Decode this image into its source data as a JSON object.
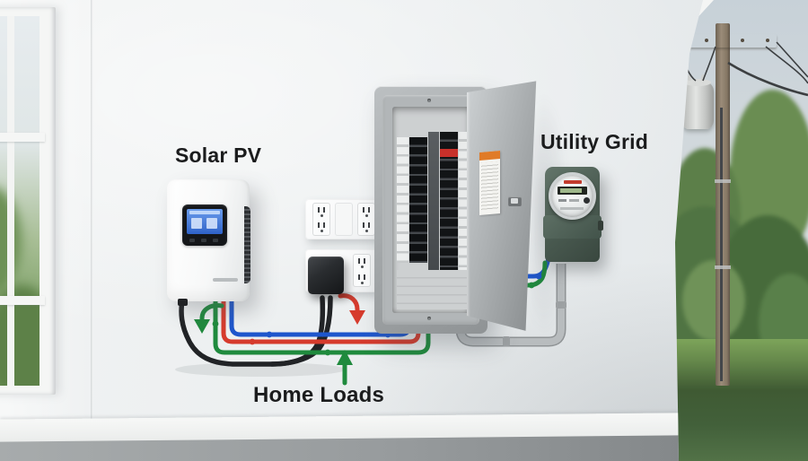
{
  "labels": {
    "solar_pv": "Solar PV",
    "utility_grid": "Utility Grid",
    "home_loads": "Home Loads"
  },
  "colors": {
    "wire_blue": "#1e56cc",
    "wire_red": "#d63b2d",
    "wire_green": "#1f8a3d",
    "cable_black": "#212326",
    "conduit_gray": "#b8bcbe",
    "conduit_edge": "#8f9395",
    "arrow_green": "#1f8a3d",
    "arrow_red": "#d63b2d",
    "panel_gray": "#a7abad",
    "meter_body_green": "#4b5c52",
    "breaker_marker_red": "#c8302a",
    "sticker_orange": "#e07b28",
    "label_text": "#1b1c1d"
  },
  "arrows": [
    {
      "id": "inverter-output",
      "color": "green",
      "direction": "down"
    },
    {
      "id": "outlet-draw",
      "color": "red",
      "direction": "down"
    },
    {
      "id": "home-loads-feed",
      "color": "green",
      "direction": "up"
    }
  ]
}
